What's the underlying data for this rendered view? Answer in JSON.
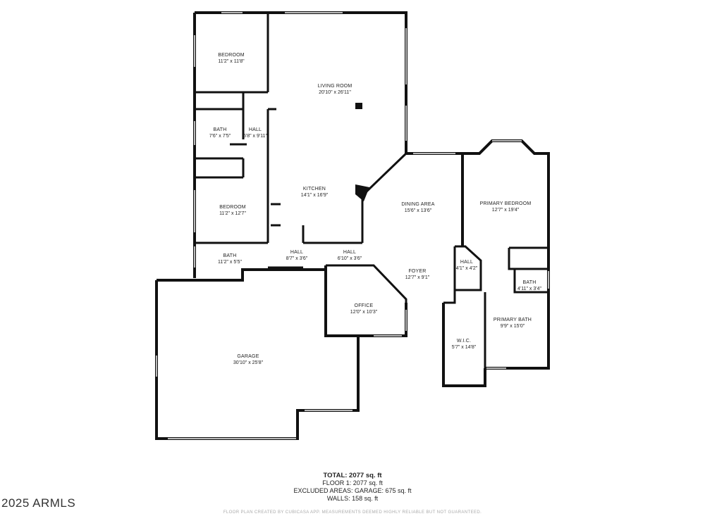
{
  "rooms": {
    "bedroom_top": {
      "name": "BEDROOM",
      "dims": "11'2\" x 11'8\""
    },
    "living_room": {
      "name": "LIVING ROOM",
      "dims": "20'10\" x 26'11\""
    },
    "bath_small": {
      "name": "BATH",
      "dims": "7'6\" x 7'5\""
    },
    "hall_upper": {
      "name": "HALL",
      "dims": "5'8\" x 9'11\""
    },
    "kitchen": {
      "name": "KITCHEN",
      "dims": "14'1\" x 16'9\""
    },
    "bedroom_lower": {
      "name": "BEDROOM",
      "dims": "11'2\" x 12'7\""
    },
    "dining_area": {
      "name": "DINING AREA",
      "dims": "15'6\" x 13'6\""
    },
    "primary_bedroom": {
      "name": "PRIMARY BEDROOM",
      "dims": "12'7\" x 19'4\""
    },
    "bath_lower": {
      "name": "BATH",
      "dims": "11'2\" x 5'5\""
    },
    "hall_a": {
      "name": "HALL",
      "dims": "8'7\" x 3'6\""
    },
    "hall_b": {
      "name": "HALL",
      "dims": "6'10\" x 3'6\""
    },
    "hall_c": {
      "name": "HALL",
      "dims": "4'1\" x 4'2\""
    },
    "foyer": {
      "name": "FOYER",
      "dims": "12'7\" x 9'1\""
    },
    "bath_primary_small": {
      "name": "BATH",
      "dims": "4'11\" x 3'4\""
    },
    "office": {
      "name": "OFFICE",
      "dims": "12'0\" x 10'3\""
    },
    "primary_bath": {
      "name": "PRIMARY BATH",
      "dims": "9'9\" x 15'0\""
    },
    "wic": {
      "name": "W.I.C.",
      "dims": "5'7\" x 14'8\""
    },
    "garage": {
      "name": "GARAGE",
      "dims": "30'10\" x 25'8\""
    }
  },
  "stats": {
    "total": "TOTAL: 2077 sq. ft",
    "floor1": "FLOOR 1: 2077 sq. ft",
    "excluded": "EXCLUDED AREAS: GARAGE: 675 sq. ft",
    "walls": "WALLS: 158 sq. ft"
  },
  "footer_note": "FLOOR PLAN CREATED BY CUBICASA APP. MEASUREMENTS DEEMED HIGHLY RELIABLE BUT NOT GUARANTEED.",
  "copyright": "2025 ARMLS",
  "colors": {
    "wall": "#111111",
    "window": "#bbbbbb",
    "background": "#ffffff"
  }
}
